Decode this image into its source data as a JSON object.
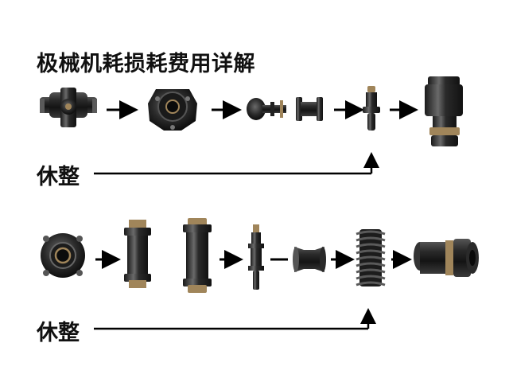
{
  "title": "极械机耗损耗费用详解",
  "row1": {
    "feedback_label": "休整"
  },
  "row2": {
    "feedback_label": "休整"
  },
  "colors": {
    "part_dark": "#1e1e1e",
    "part_mid": "#3a3a3a",
    "part_highlight": "#8a8a8a",
    "brass": "#a0855a",
    "arrow": "#000000"
  },
  "icons": [
    "valve-body-icon",
    "flanged-housing-icon",
    "bobbin-part-icon",
    "pin-icon",
    "connector-icon",
    "round-housing-icon",
    "threaded-bushing-icon",
    "plain-bushing-icon",
    "stepped-pin-icon",
    "flared-sleeve-icon",
    "spring-coil-icon",
    "cylinder-sleeve-icon"
  ]
}
